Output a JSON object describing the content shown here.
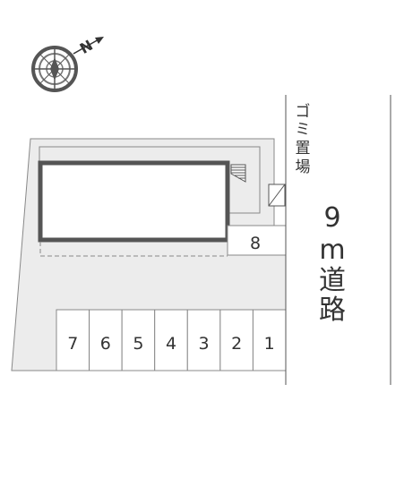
{
  "compass": {
    "north_label": "N",
    "icon": "compass-rose-icon"
  },
  "building": {
    "icon": "building-outline",
    "stairs_icon": "stairs-icon"
  },
  "garbage": {
    "label_chars": [
      "ゴ",
      "ミ",
      "置",
      "場"
    ]
  },
  "parking": {
    "spaces": [
      "7",
      "6",
      "5",
      "4",
      "3",
      "2",
      "1"
    ],
    "side_space": "8"
  },
  "road": {
    "label_chars": [
      "9",
      "m",
      "道",
      "路"
    ]
  },
  "colors": {
    "lot": "#ececec",
    "line": "#555555",
    "building_border": "#555555",
    "text": "#333333"
  }
}
